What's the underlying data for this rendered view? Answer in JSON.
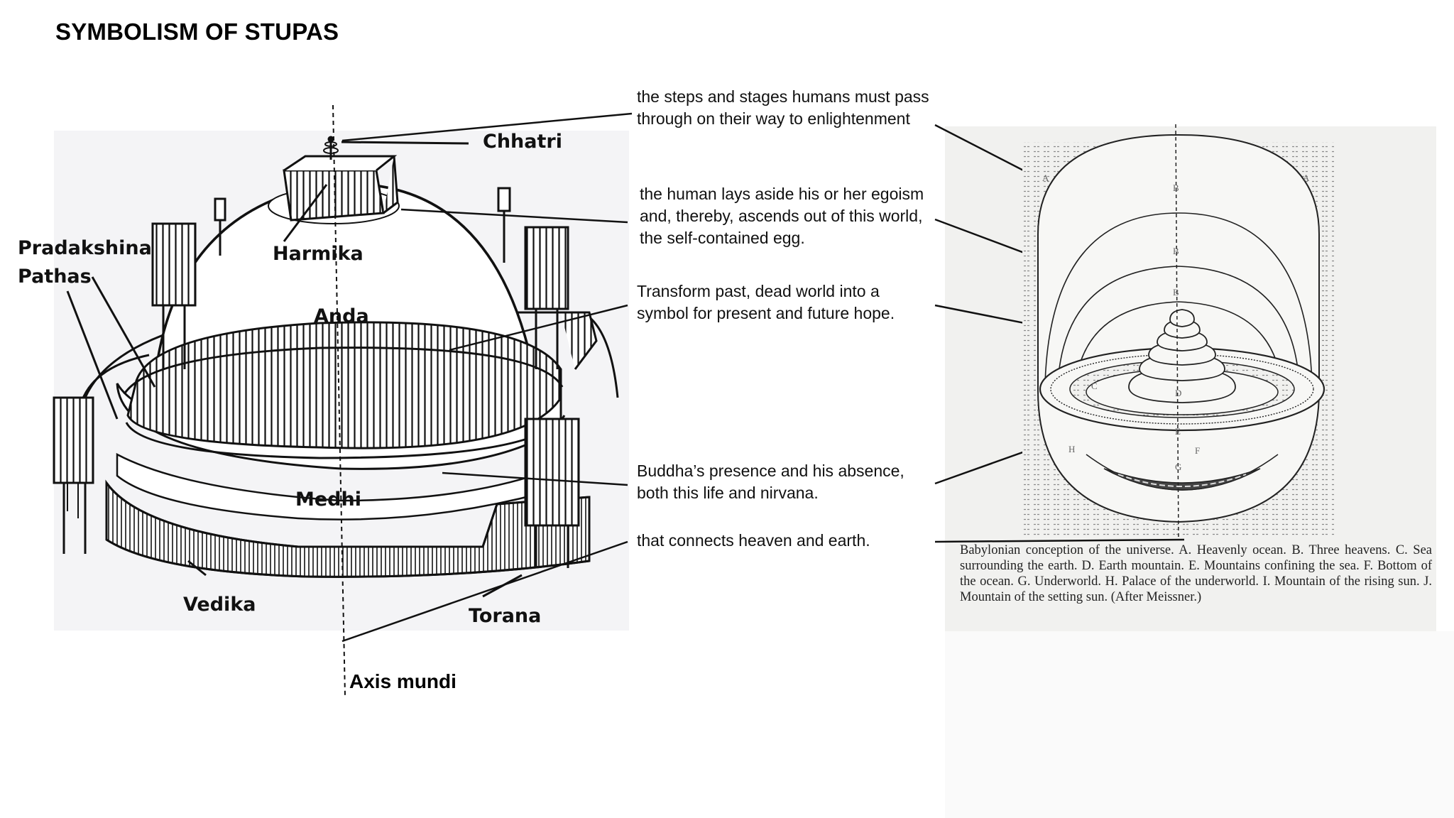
{
  "title": "SYMBOLISM OF STUPAS",
  "stupa_labels": {
    "chhatri": "Chhatri",
    "harmika": "Harmika",
    "pradakshina": "Pradakshina\nPathas",
    "anda": "Anda",
    "medhi": "Medhi",
    "vedika": "Vedika",
    "torana": "Torana"
  },
  "annotations": {
    "enlightenment": "the steps and stages humans must pass through on their way to enlightenment",
    "egoism": "the human lays aside his or her egoism and, thereby, ascends out of this world, the self-contained egg.",
    "transform": "Transform past, dead world into a symbol for present and future hope.",
    "presence": "Buddha’s presence and his absence, both this life and nirvana.",
    "connects": "that connects heaven and earth."
  },
  "axis_label": "Axis mundi",
  "cosmos_caption": "Babylonian conception of the universe. A. Heavenly ocean. B. Three heavens. C. Sea surrounding the earth. D. Earth mountain. E. Mountains confining the sea. F. Bottom of the ocean. G. Underworld. H. Palace of the underworld. I. Mountain of the rising sun. J. Mountain of the setting sun. (After Meissner.)",
  "cosmos_letters": {
    "a_left": "A",
    "a_right": "A",
    "b1": "B",
    "b2": "B",
    "b3": "B",
    "c": "C",
    "d": "D",
    "e": "E",
    "f": "F",
    "g": "G",
    "h": "H"
  }
}
